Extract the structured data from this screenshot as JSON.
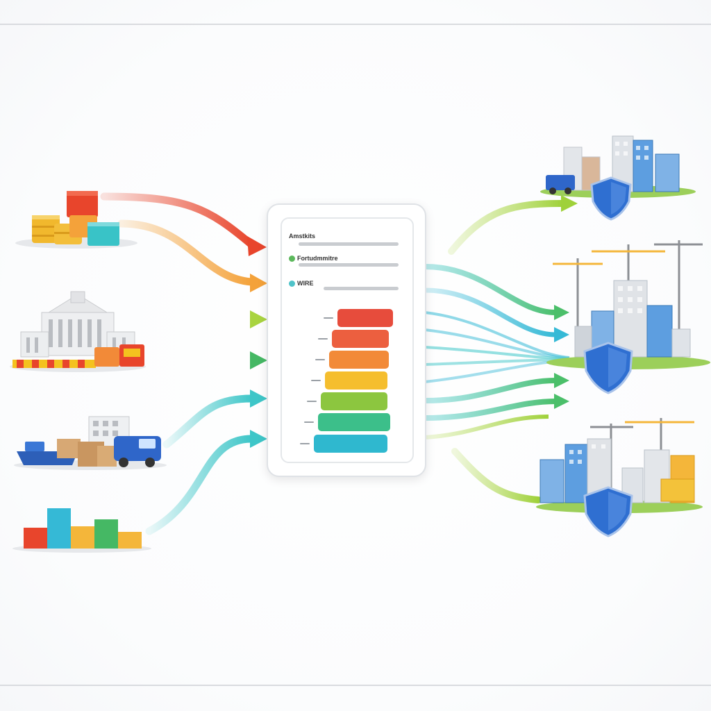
{
  "panel": {
    "header_lines": [
      {
        "text": "Amstkits",
        "dot_color": ""
      },
      {
        "text": "Fortudmmitre",
        "dot_color": "#5cb85c"
      },
      {
        "text": "WIRE",
        "dot_color": "#4fc3c9"
      }
    ],
    "bars": [
      {
        "color": "#e74c3c"
      },
      {
        "color": "#ec5f3f"
      },
      {
        "color": "#f28a38"
      },
      {
        "color": "#f5be2e"
      },
      {
        "color": "#8cc63f"
      },
      {
        "color": "#3cbf8a"
      },
      {
        "color": "#2fb8cf"
      }
    ]
  },
  "colors": {
    "red": "#e8452c",
    "orange": "#f4a23a",
    "lime": "#a9d440",
    "green": "#45b864",
    "teal": "#3ec6c8",
    "cyan": "#35b9d6",
    "shield": "#2f6fd1"
  },
  "sources": [
    {
      "icon": "stacked-coins-cubes-icon"
    },
    {
      "icon": "government-building-icon"
    },
    {
      "icon": "ship-boxes-truck-icon"
    },
    {
      "icon": "bar-blocks-icon"
    }
  ],
  "destinations": [
    {
      "icon": "city-shield-icon"
    },
    {
      "icon": "construction-city-shield-icon"
    },
    {
      "icon": "construction-city-shield-icon"
    }
  ]
}
